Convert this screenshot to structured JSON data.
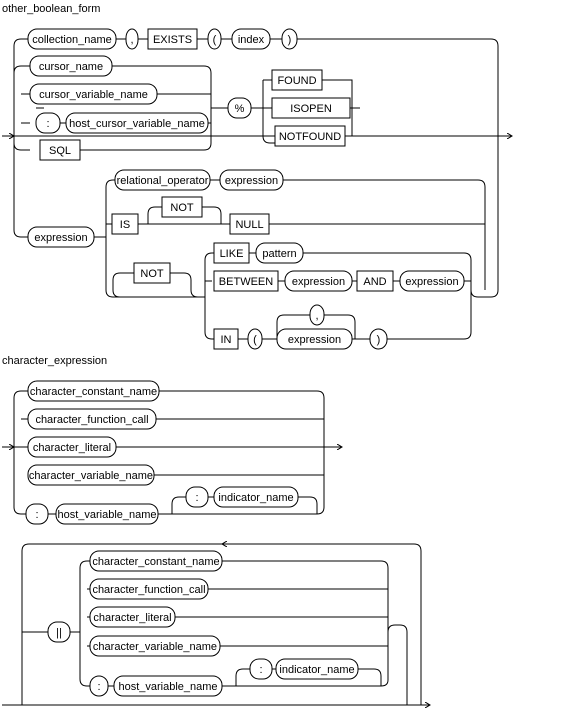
{
  "headings": {
    "other_boolean_form": "other_boolean_form",
    "character_expression": "character_expression"
  },
  "nodes": {
    "collection_name": "collection_name",
    "comma": ",",
    "exists": "EXISTS",
    "lparen": "(",
    "index": "index",
    "rparen": ")",
    "cursor_name": "cursor_name",
    "cursor_variable_name": "cursor_variable_name",
    "colon": ":",
    "host_cursor_variable_name": "host_cursor_variable_name",
    "sql": "SQL",
    "percent": "%",
    "found": "FOUND",
    "isopen": "ISOPEN",
    "notfound": "NOTFOUND",
    "relational_operator": "relational_operator",
    "expression": "expression",
    "is": "IS",
    "not": "NOT",
    "null": "NULL",
    "like": "LIKE",
    "pattern": "pattern",
    "between": "BETWEEN",
    "and": "AND",
    "in": "IN",
    "character_constant_name": "character_constant_name",
    "character_function_call": "character_function_call",
    "character_literal": "character_literal",
    "character_variable_name": "character_variable_name",
    "host_variable_name": "host_variable_name",
    "indicator_name": "indicator_name",
    "concat": "||"
  }
}
